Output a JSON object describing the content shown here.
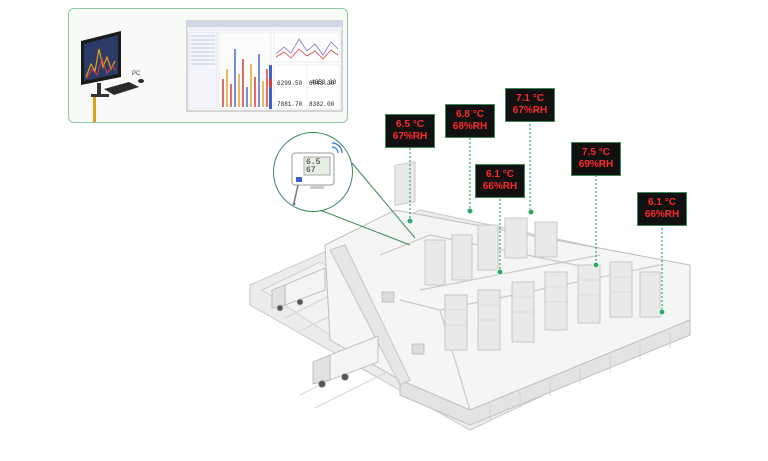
{
  "pc_inset": {
    "label": "PC",
    "values": [
      "6299.50",
      "6043.30",
      "4853.30",
      "7881.70",
      "8382.00"
    ]
  },
  "sensors": [
    {
      "temp": "6.5 °C",
      "rh": "67%RH"
    },
    {
      "temp": "6.8 °C",
      "rh": "68%RH"
    },
    {
      "temp": "7.1 °C",
      "rh": "67%RH"
    },
    {
      "temp": "6.1 °C",
      "rh": "66%RH"
    },
    {
      "temp": "7.5 °C",
      "rh": "69%RH"
    },
    {
      "temp": "6.1 °C",
      "rh": "66%RH"
    }
  ],
  "logger": {
    "display_line1": "6.5",
    "display_line2": "67"
  },
  "colors": {
    "accent": "#3b8a55",
    "badge_text": "#ff2a2a",
    "badge_bg": "#111111"
  }
}
